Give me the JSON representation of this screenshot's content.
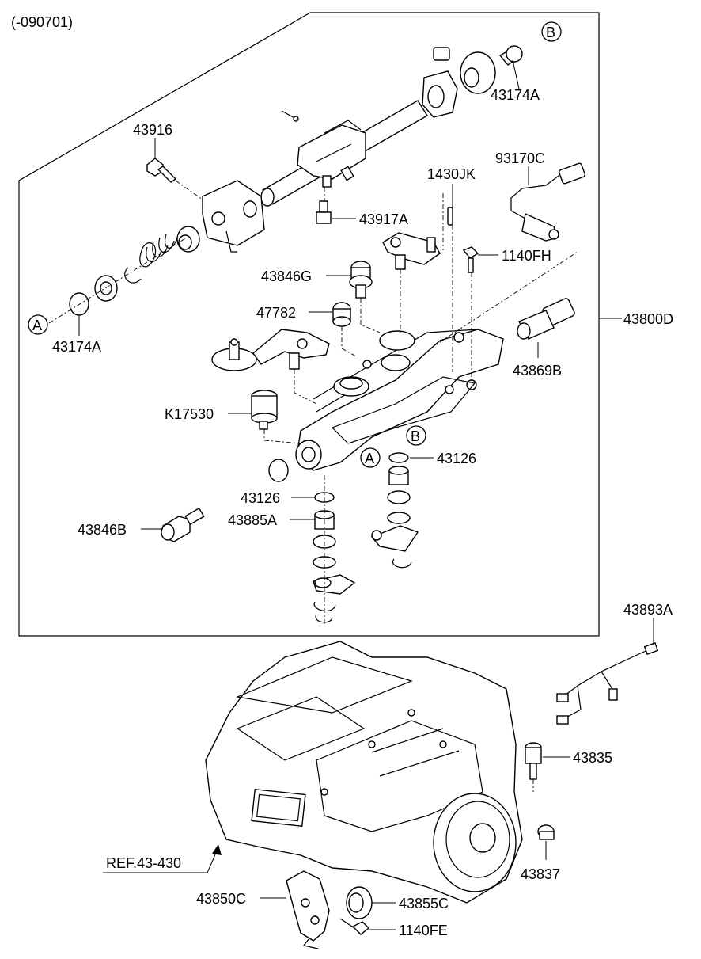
{
  "header": {
    "code": "(-090701)"
  },
  "markers": {
    "a": "A",
    "b": "B"
  },
  "labels": {
    "l43174a_top": "43174A",
    "l43916": "43916",
    "l93170c": "93170C",
    "l1430jk": "1430JK",
    "l43917a": "43917A",
    "l1140fh": "1140FH",
    "l43846g": "43846G",
    "l47782": "47782",
    "l43800d": "43800D",
    "l43174a_left": "43174A",
    "l43869b": "43869B",
    "lk17530": "K17530",
    "l43126_right": "43126",
    "l43126_left": "43126",
    "l43885a": "43885A",
    "l43846b": "43846B",
    "l43893a": "43893A",
    "l43835": "43835",
    "l43837": "43837",
    "lref": "REF.43-430",
    "l43850c": "43850C",
    "l43855c": "43855C",
    "l1140fe": "1140FE"
  }
}
